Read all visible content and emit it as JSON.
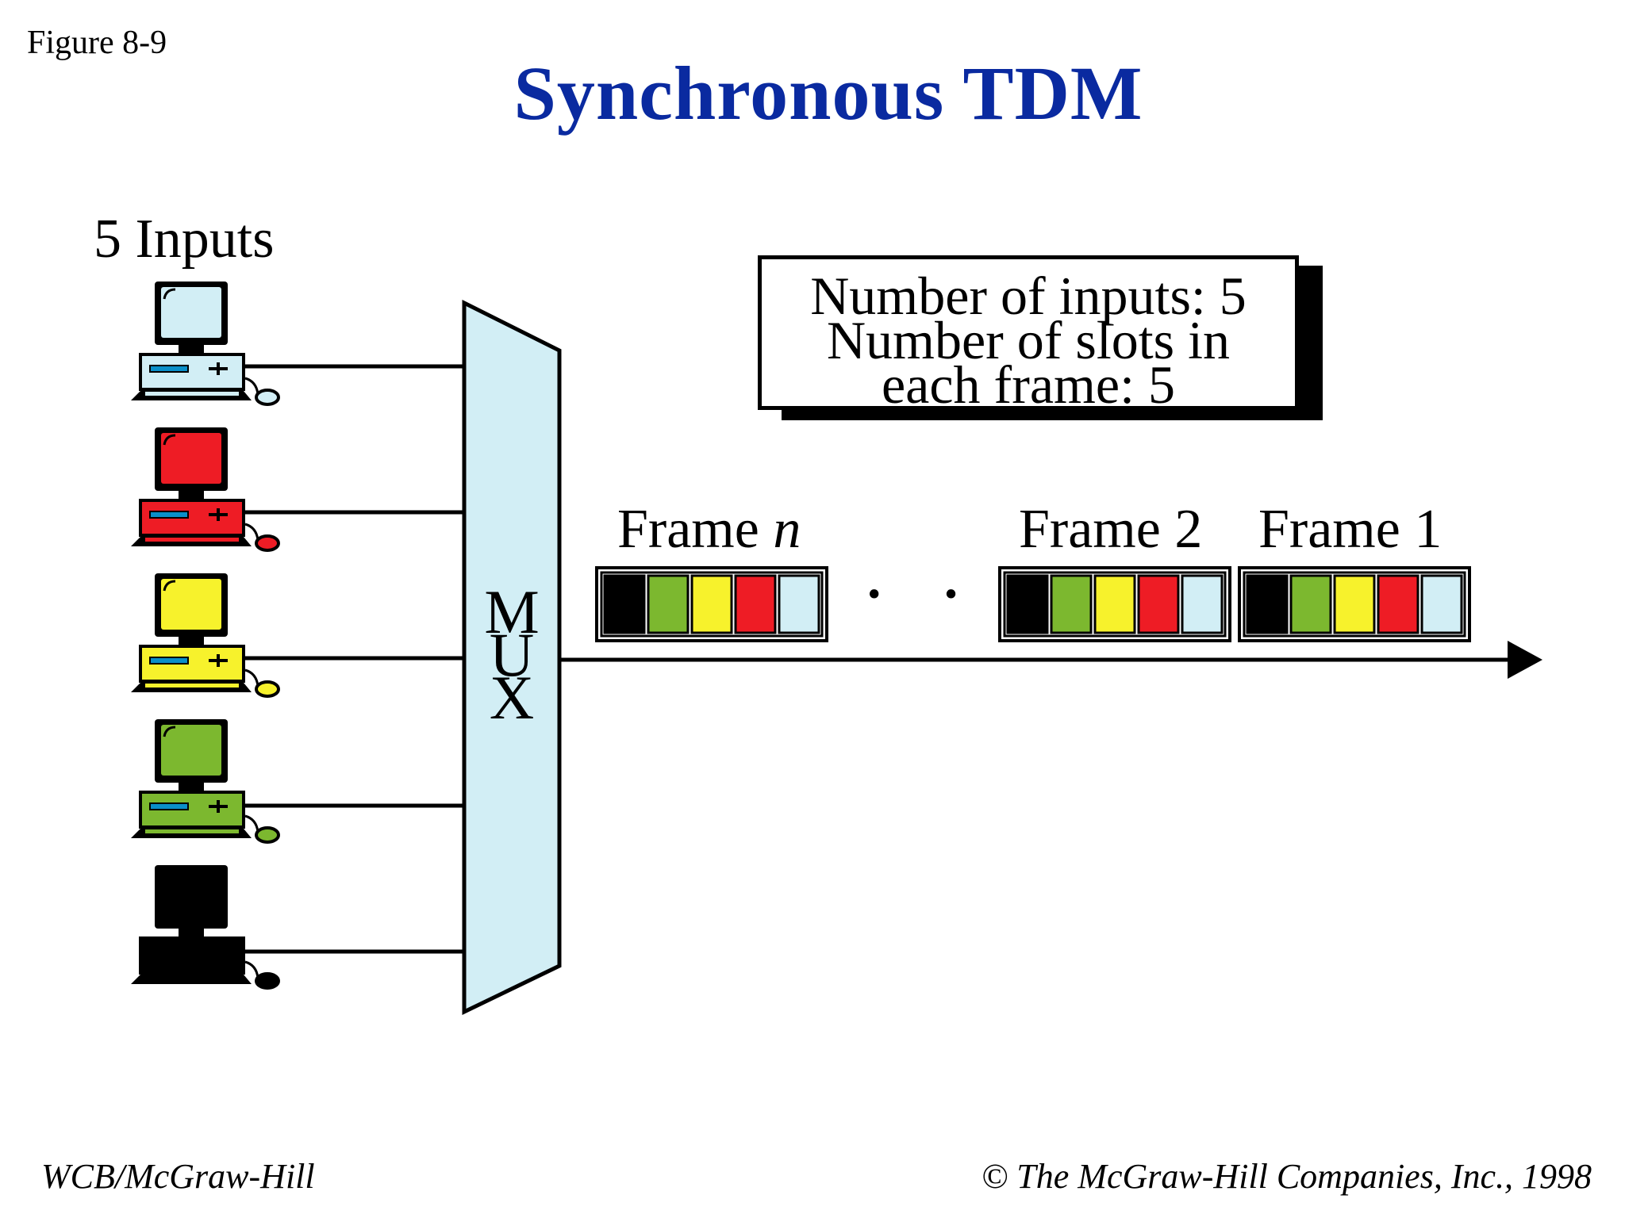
{
  "figure_label": "Figure 8-9",
  "title": "Synchronous TDM",
  "inputs_label": "5 Inputs",
  "info_box": {
    "line1": "Number of inputs: 5",
    "line2": "Number of slots in",
    "line3": "each frame: 5"
  },
  "mux": {
    "letters": [
      "M",
      "U",
      "X"
    ]
  },
  "frames": [
    {
      "label_prefix": "Frame ",
      "label_italic": "n",
      "slots": [
        "#000000",
        "#7cb82f",
        "#f7f22c",
        "#ee1c25",
        "#d2eef5"
      ]
    },
    {
      "label_prefix": "Frame 2",
      "label_italic": "",
      "slots": [
        "#000000",
        "#7cb82f",
        "#f7f22c",
        "#ee1c25",
        "#d2eef5"
      ]
    },
    {
      "label_prefix": "Frame 1",
      "label_italic": "",
      "slots": [
        "#000000",
        "#7cb82f",
        "#f7f22c",
        "#ee1c25",
        "#d2eef5"
      ]
    }
  ],
  "ellipsis": "· · ·",
  "computers": [
    {
      "color": "#d2eef5",
      "name": "computer-1-icon"
    },
    {
      "color": "#ee1c25",
      "name": "computer-2-icon"
    },
    {
      "color": "#f7f22c",
      "name": "computer-3-icon"
    },
    {
      "color": "#7cb82f",
      "name": "computer-4-icon"
    },
    {
      "color": "#000000",
      "name": "computer-5-icon"
    }
  ],
  "colors": {
    "title": "#0a2aa0",
    "mux_fill": "#d2eef5"
  },
  "footer": {
    "left": "WCB/McGraw-Hill",
    "right": "© The McGraw-Hill Companies, Inc., 1998"
  }
}
